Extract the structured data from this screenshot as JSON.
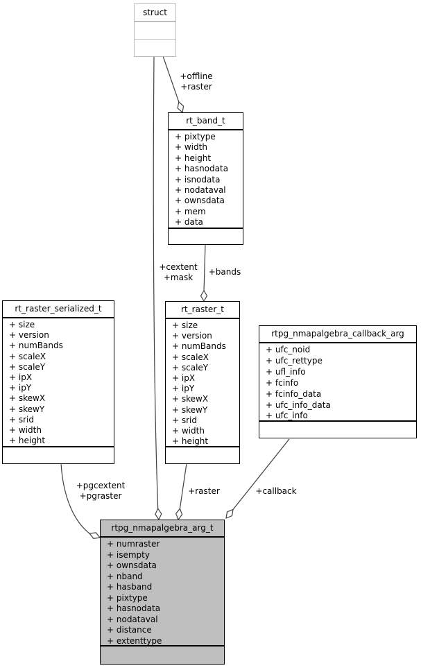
{
  "classes": {
    "struct": {
      "title": "struct",
      "fields": []
    },
    "rt_band_t": {
      "title": "rt_band_t",
      "fields": [
        "+ pixtype",
        "+ width",
        "+ height",
        "+ hasnodata",
        "+ isnodata",
        "+ nodataval",
        "+ ownsdata",
        "+ mem",
        "+ data"
      ]
    },
    "rt_raster_serialized_t": {
      "title": "rt_raster_serialized_t",
      "fields": [
        "+ size",
        "+ version",
        "+ numBands",
        "+ scaleX",
        "+ scaleY",
        "+ ipX",
        "+ ipY",
        "+ skewX",
        "+ skewY",
        "+ srid",
        "+ width",
        "+ height"
      ]
    },
    "rt_raster_t": {
      "title": "rt_raster_t",
      "fields": [
        "+ size",
        "+ version",
        "+ numBands",
        "+ scaleX",
        "+ scaleY",
        "+ ipX",
        "+ ipY",
        "+ skewX",
        "+ skewY",
        "+ srid",
        "+ width",
        "+ height"
      ]
    },
    "rtpg_nmapalgebra_callback_arg": {
      "title": "rtpg_nmapalgebra_callback_arg",
      "fields": [
        "+ ufc_noid",
        "+ ufc_rettype",
        "+ ufl_info",
        "+ fcinfo",
        "+ fcinfo_data",
        "+ ufc_info_data",
        "+ ufc_info"
      ]
    },
    "rtpg_nmapalgebra_arg_t": {
      "title": "rtpg_nmapalgebra_arg_t",
      "fields": [
        "+ numraster",
        "+ isempty",
        "+ ownsdata",
        "+ nband",
        "+ hasband",
        "+ pixtype",
        "+ hasnodata",
        "+ nodataval",
        "+ distance",
        "+ extenttype"
      ]
    }
  },
  "edges": {
    "offline_raster": {
      "line1": "+offline",
      "line2": "+raster"
    },
    "cextent_mask": {
      "line1": "+cextent",
      "line2": "+mask"
    },
    "bands": {
      "label": "+bands"
    },
    "pgcextent_pgraster": {
      "line1": "+pgcextent",
      "line2": "+pgraster"
    },
    "raster": {
      "label": "+raster"
    },
    "callback": {
      "label": "+callback"
    }
  },
  "colors": {
    "highlight_fill": "#bfbfbf",
    "external_border": "#bdbdbd",
    "box_border": "#000000",
    "edge_stroke": "#404040",
    "background": "#ffffff"
  }
}
